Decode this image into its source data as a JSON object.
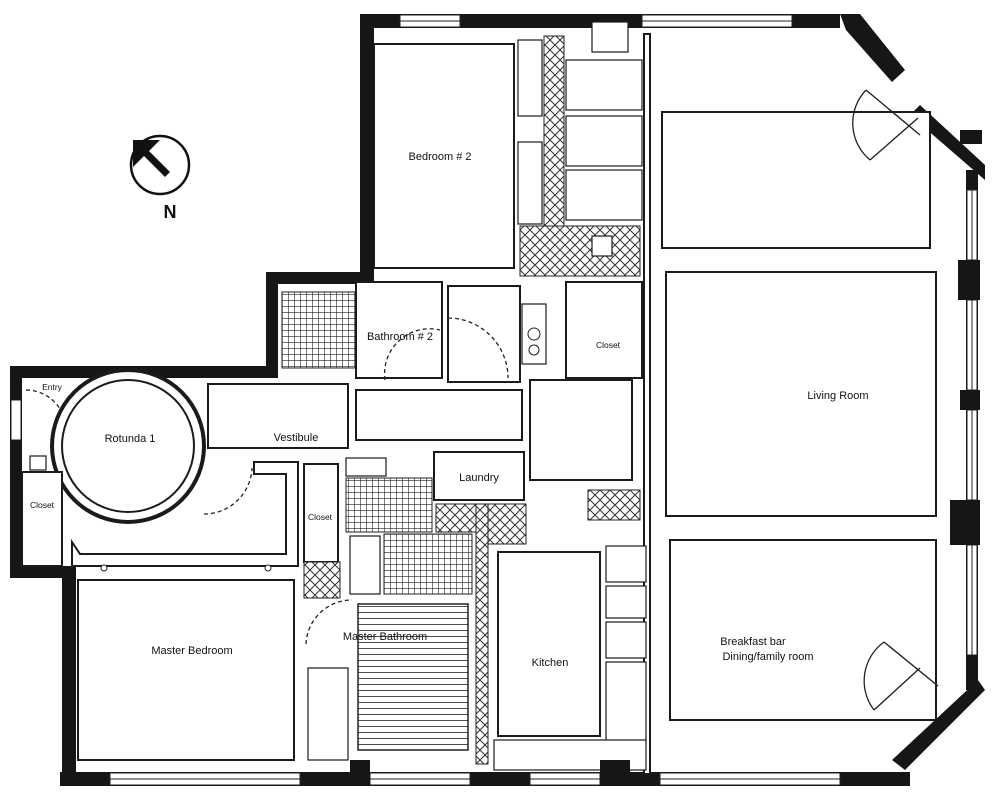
{
  "compass": {
    "letter": "N"
  },
  "rooms": {
    "bedroom2": "Bedroom # 2",
    "bathroom2": "Bathroom # 2",
    "closet_center": "Closet",
    "living_room": "Living Room",
    "entry": "Entry",
    "rotunda": "Rotunda 1",
    "vestibule": "Vestibule",
    "closet_left": "Closet",
    "closet_mid": "Closet",
    "laundry": "Laundry",
    "master_bedroom": "Master Bedroom",
    "master_bathroom": "Master Bathroom",
    "kitchen": "Kitchen",
    "breakfast_line1": "Breakfast bar",
    "breakfast_line2": "Dining/family room"
  },
  "colors": {
    "wall": "#161616",
    "paper": "#ffffff",
    "line": "#1b1b1b"
  }
}
